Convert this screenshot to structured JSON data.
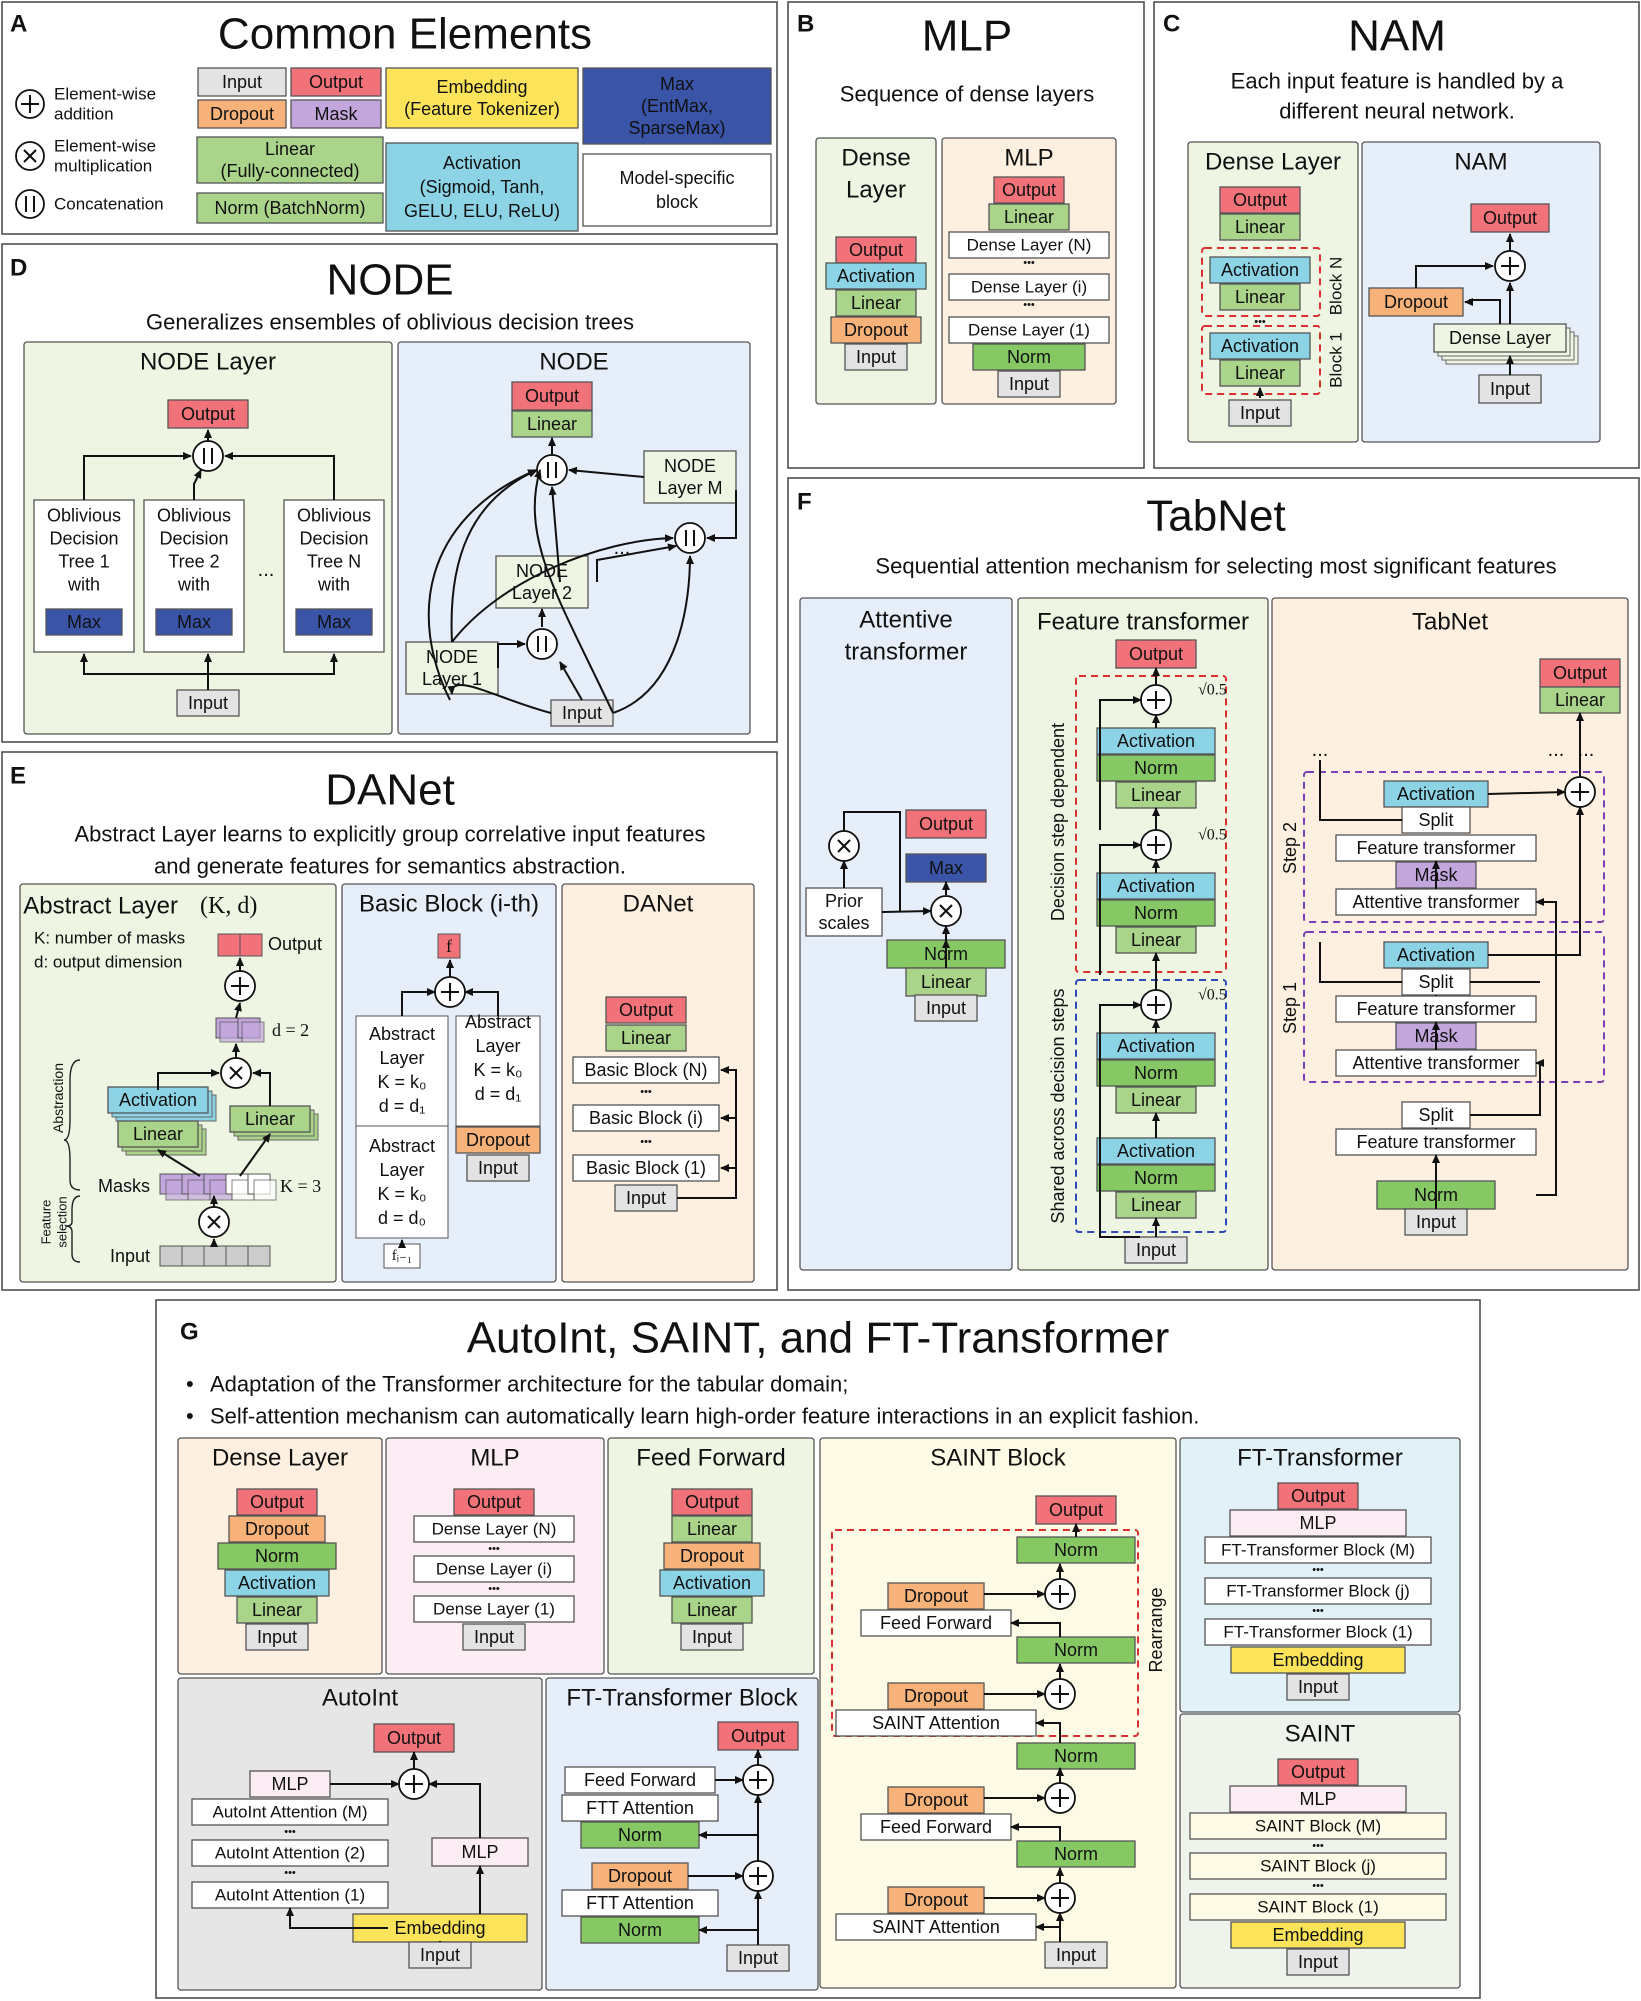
{
  "panels": [
    {
      "id": "A",
      "title": "Common Elements"
    },
    {
      "id": "B",
      "title": "MLP",
      "subtitle": "Sequence of dense layers"
    },
    {
      "id": "C",
      "title": "NAM",
      "subtitle": "Each input feature is handled by a different neural network."
    },
    {
      "id": "D",
      "title": "NODE",
      "subtitle": "Generalizes ensembles of oblivious decision trees"
    },
    {
      "id": "E",
      "title": "DANet",
      "subtitle": "Abstract Layer learns to explicitly group correlative input features and generate features for semantics abstraction."
    },
    {
      "id": "F",
      "title": "TabNet",
      "subtitle": "Sequential attention mechanism for selecting most significant features"
    },
    {
      "id": "G",
      "title": "AutoInt, SAINT, and FT-Transformer",
      "bullets": [
        "Adaptation of the Transformer architecture for the tabular domain;",
        "Self-attention mechanism can automatically learn high-order feature interactions in an explicit fashion."
      ]
    }
  ],
  "legend": {
    "operations": [
      {
        "symbol": "+",
        "label": "Element-wise addition"
      },
      {
        "symbol": "×",
        "label": "Element-wise multiplication"
      },
      {
        "symbol": "||",
        "label": "Concatenation"
      }
    ],
    "blocks": [
      "Input",
      "Output",
      "Dropout",
      "Mask",
      "Linear (Fully-connected)",
      "Norm (BatchNorm)",
      "Embedding (Feature Tokenizer)",
      "Activation (Sigmoid, Tanh, GELU, ELU, ReLU)",
      "Max (EntMax, SparseMax)",
      "Model-specific block"
    ]
  },
  "colors": {
    "input": "#e3e3e3",
    "output": "#f2727a",
    "dropout": "#f7b27a",
    "mask": "#c3a6dc",
    "linear": "#a9d48a",
    "norm": "#86c864",
    "embedding": "#fbe45a",
    "activation": "#8dd3e6",
    "max": "#3a54a8",
    "white": "#ffffff",
    "bg_green": "#eef5e3",
    "bg_blue": "#e6eef9",
    "bg_orange": "#fdf0e0",
    "bg_pink": "#fcecf3",
    "bg_yellow": "#fdfbe6",
    "bg_gray": "#e6e6e6",
    "bg_cyan": "#e2f1f7",
    "bg_mint": "#eef3ec"
  }
}
